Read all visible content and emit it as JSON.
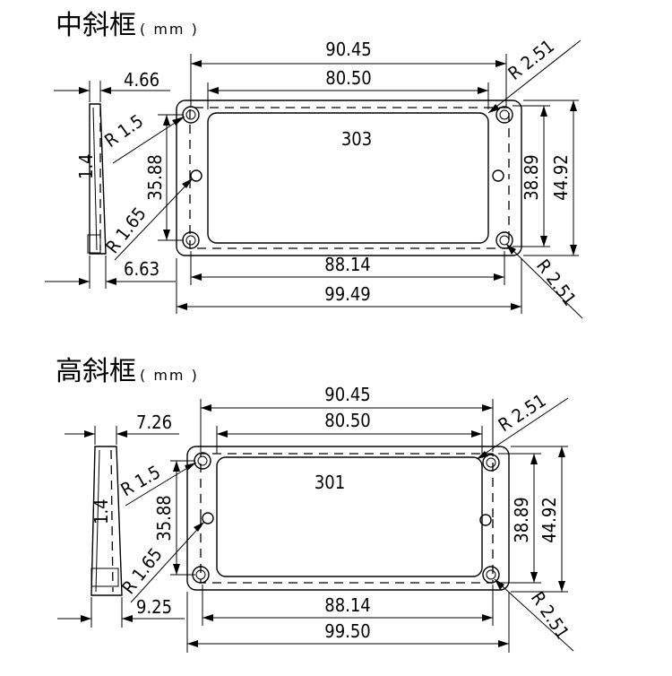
{
  "drawings": [
    {
      "title": "中斜框",
      "unit": "( mm )",
      "model": "303",
      "dims": {
        "top_outer_width": "90.45",
        "top_inner_width": "80.50",
        "bottom_inner_width": "88.14",
        "bottom_outer_width": "99.49",
        "outer_height": "44.92",
        "inner_height": "38.89",
        "hole_spacing": "35.88",
        "side_top": "4.66",
        "side_bottom": "6.63",
        "radius_corner_top": "R 2.51",
        "radius_corner_bottom": "R 2.51",
        "radius_hole_small": "R 1.5",
        "radius_hole_mid": "R 1.65"
      },
      "side_mark": "1.4"
    },
    {
      "title": "高斜框",
      "unit": "( mm )",
      "model": "301",
      "dims": {
        "top_outer_width": "90.45",
        "top_inner_width": "80.50",
        "bottom_inner_width": "88.14",
        "bottom_outer_width": "99.50",
        "outer_height": "44.92",
        "inner_height": "38.89",
        "hole_spacing": "35.88",
        "side_top": "7.26",
        "side_bottom": "9.25",
        "radius_corner_top": "R 2.51",
        "radius_corner_bottom": "R 2.51",
        "radius_hole_small": "R 1.5",
        "radius_hole_mid": "R 1.65"
      },
      "side_mark": "1.4"
    }
  ]
}
